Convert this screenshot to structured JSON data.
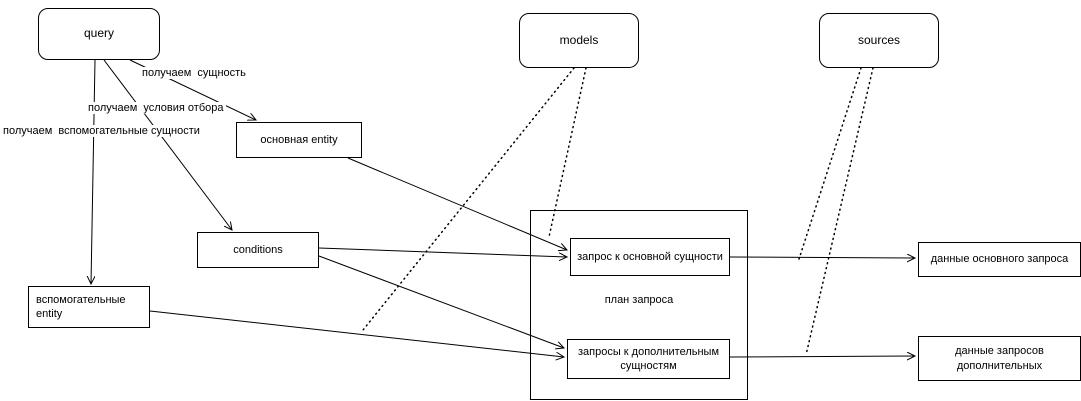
{
  "diagram": {
    "nodes": {
      "query": "query",
      "models": "models",
      "sources": "sources",
      "main_entity": "основная entity",
      "conditions": "conditions",
      "aux_entity": "вспомогательные entity",
      "plan": "план запроса",
      "main_query": "запрос к основной сущности",
      "aux_queries": "запросы к дополнительным сущностям",
      "main_data": "данные основного запроса",
      "aux_data": "данные запросов дополнительных"
    },
    "edge_labels": {
      "get_entity": "получаем  сущность",
      "get_conditions": "получаем  условия отбора",
      "get_aux_entities": "получаем  вспомогательные сущности"
    },
    "colors": {
      "line": "#000000",
      "border": "#000000",
      "background": "#ffffff"
    }
  }
}
